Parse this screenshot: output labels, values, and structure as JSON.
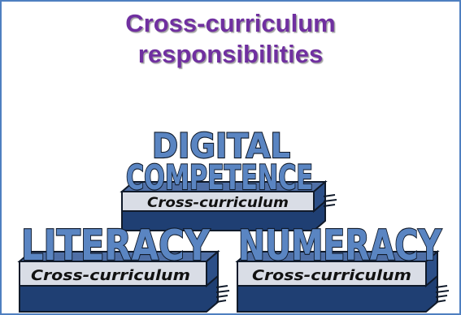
{
  "slide": {
    "title_line1": "Cross-curriculum",
    "title_line2": "responsibilities",
    "title_color": "#7030a0",
    "border_color": "#4f7fc0"
  },
  "blocks": [
    {
      "word_line1": "DIGITAL",
      "word_line2": "COMPETENCE",
      "label": "Cross-curriculum"
    },
    {
      "word_line1": "LITERACY",
      "label": "Cross-curriculum"
    },
    {
      "word_line1": "NUMERACY",
      "label": "Cross-curriculum"
    }
  ],
  "colors": {
    "letters": "#5a85c2",
    "plinth_top": "#d9dde6",
    "plinth_side": "#1f3f73",
    "outline": "#101a2a"
  }
}
